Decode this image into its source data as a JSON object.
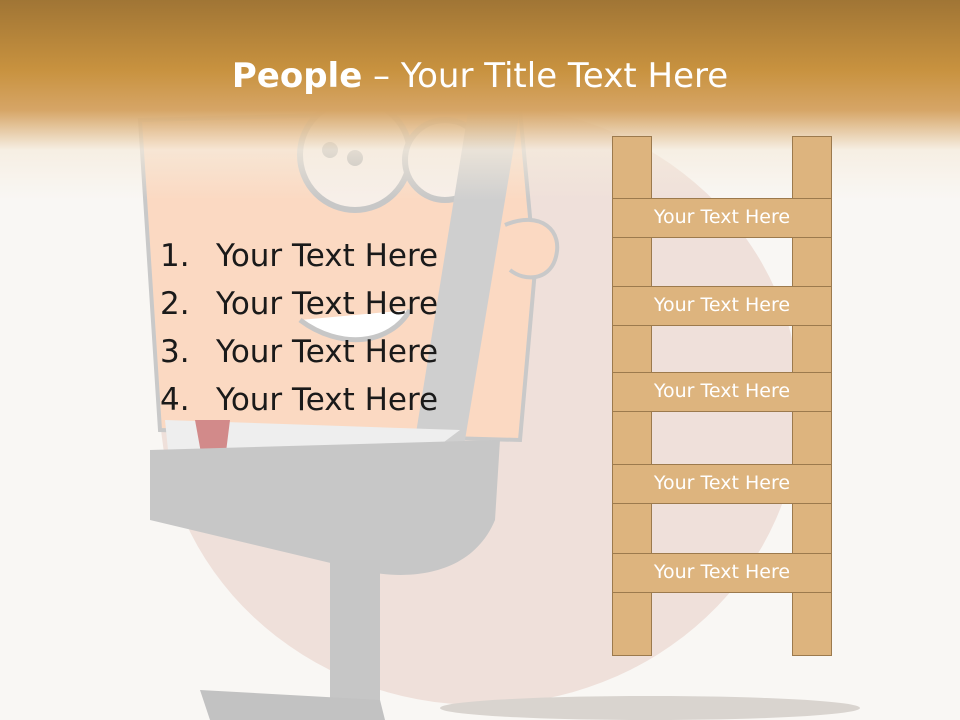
{
  "slide": {
    "title_bold": "People",
    "title_rest": " – Your Title Text Here",
    "list": [
      {
        "num": "1.",
        "text": "Your Text Here"
      },
      {
        "num": "2.",
        "text": "Your Text Here"
      },
      {
        "num": "3.",
        "text": "Your Text Here"
      },
      {
        "num": "4.",
        "text": "Your Text Here"
      }
    ],
    "ladder_rungs": [
      "Your Text Here",
      "Your Text Here",
      "Your Text Here",
      "Your Text Here",
      "Your Text Here"
    ]
  },
  "colors": {
    "header_brown": "#a07535",
    "header_orange": "#c8923f",
    "ladder_wood": "#ddb47e",
    "ladder_outline": "#9c7a4d",
    "rung_text": "#ffffff",
    "list_text": "#1a1a1a"
  }
}
